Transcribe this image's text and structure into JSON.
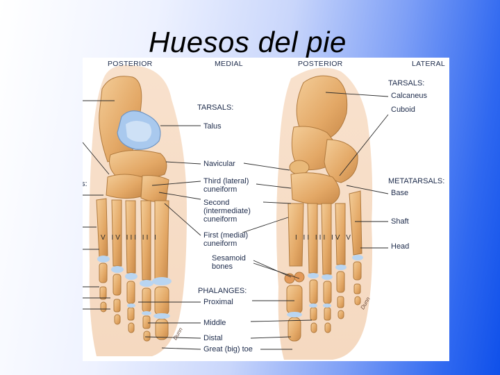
{
  "slide": {
    "title": "Huesos del pie"
  },
  "figure": {
    "view_headers": [
      "POSTERIOR",
      "MEDIAL",
      "POSTERIOR",
      "LATERAL"
    ],
    "groups": {
      "tarsals_left": "TARSALS:",
      "tarsals_right": "TARSALS:",
      "metatarsals": "METATARSALS:",
      "phalanges": "PHALANGES:"
    },
    "labels": {
      "calcaneus": "Calcaneus",
      "cuboid": "Cuboid",
      "talus": "Talus",
      "navicular": "Navicular",
      "third_cuneiform": [
        "Third (lateral)",
        "cuneiform"
      ],
      "second_cuneiform": [
        "Second",
        "(intermediate)",
        "cuneiform"
      ],
      "first_cuneiform": [
        "First (medial)",
        "cuneiform"
      ],
      "sesamoid": [
        "Sesamoid",
        "bones"
      ],
      "base": "Base",
      "shaft": "Shaft",
      "head": "Head",
      "proximal": "Proximal",
      "middle": "Middle",
      "distal": "Distal",
      "great_toe": "Great (big) toe"
    },
    "left_edge_fragment": "s:",
    "roman_left": "V IV III II I",
    "roman_right": "I   II  III IV  V",
    "signature": "Dunn"
  },
  "colors": {
    "bone": "#e8b57a",
    "bone_dark": "#c98a4a",
    "cartilage": "#b8d4f0",
    "talus_blue": "#9cc3ea",
    "leader": "#2a2a2a"
  }
}
